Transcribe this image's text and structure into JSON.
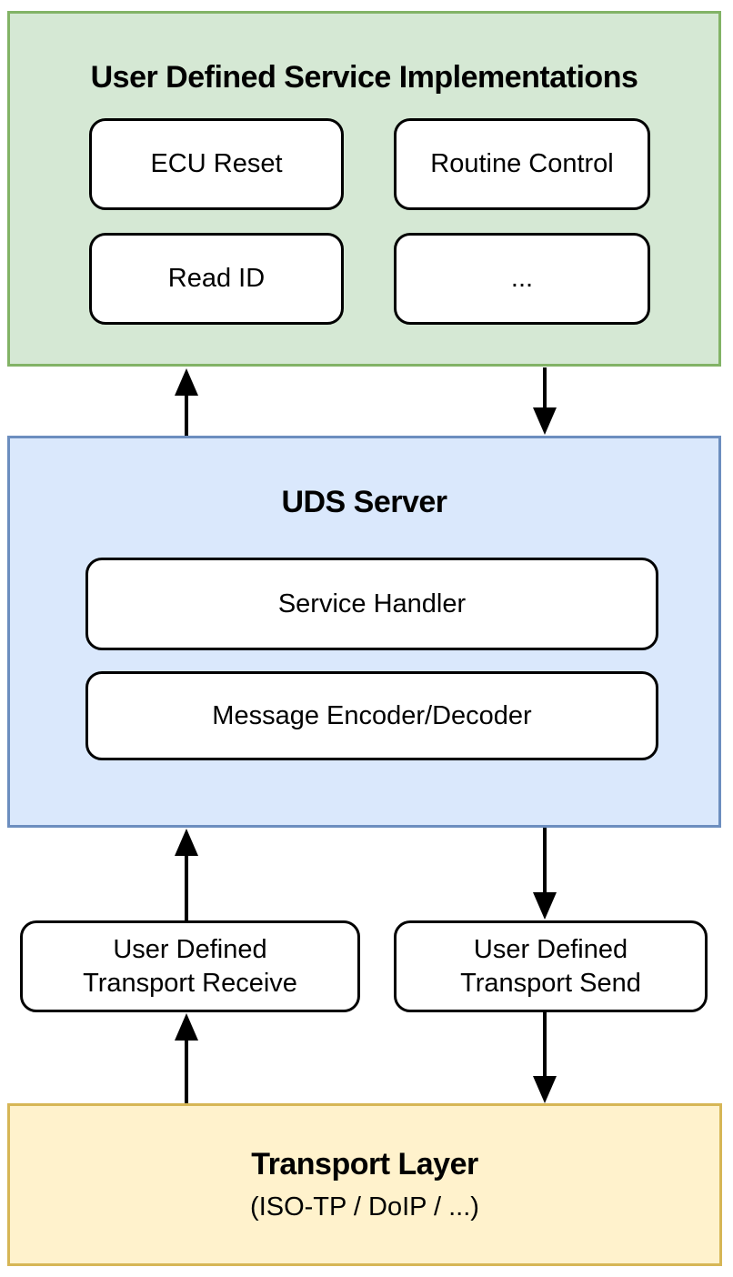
{
  "colors": {
    "background": "#ffffff",
    "service_fill": "#d5e8d4",
    "service_border": "#82b366",
    "server_fill": "#dae8fc",
    "server_border": "#6c8ebf",
    "transport_fill": "#fff2cc",
    "transport_border": "#d6b656",
    "node_fill": "#ffffff",
    "node_border": "#000000",
    "arrow": "#000000",
    "text": "#000000"
  },
  "service_layer": {
    "title": "User Defined Service Implementations",
    "nodes": [
      "ECU Reset",
      "Routine Control",
      "Read ID",
      "..."
    ]
  },
  "uds_server": {
    "title": "UDS Server",
    "nodes": [
      "Service Handler",
      "Message Encoder/Decoder"
    ]
  },
  "transport_adapters": {
    "receive": "User Defined\nTransport Receive",
    "send": "User Defined\nTransport Send"
  },
  "transport_layer": {
    "title": "Transport Layer",
    "subtitle": "(ISO-TP / DoIP / ...)"
  }
}
